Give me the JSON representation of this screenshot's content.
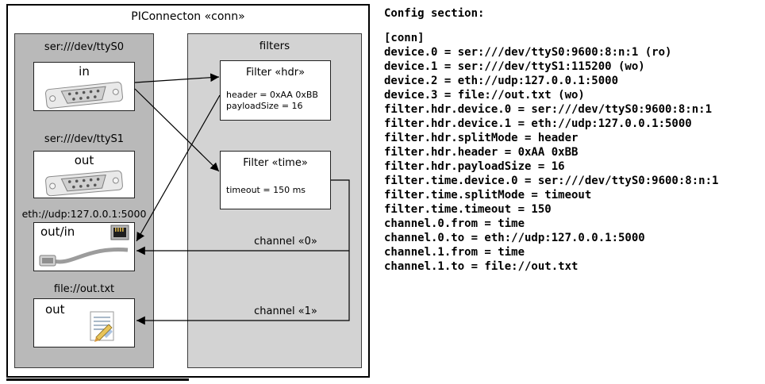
{
  "diagram": {
    "title": "PIConnecton «conn»",
    "devices_panel": {
      "devices": [
        {
          "label": "ser:///dev/ttyS0",
          "port": "in",
          "icon": "db9-serial-connector-icon"
        },
        {
          "label": "ser:///dev/ttyS1",
          "port": "out",
          "icon": "db9-serial-connector-icon"
        },
        {
          "label": "eth://udp:127.0.0.1:5000",
          "port": "out/in",
          "icon": "rj45-ethernet-connector-icon"
        },
        {
          "label": "file://out.txt",
          "port": "out",
          "icon": "notepad-pencil-icon"
        }
      ]
    },
    "filters_panel": {
      "label": "filters",
      "filters": [
        {
          "title": "Filter «hdr»",
          "params": [
            "header = 0xAA 0xBB",
            "payloadSize = 16"
          ]
        },
        {
          "title": "Filter «time»",
          "params": [
            "timeout = 150 ms"
          ]
        }
      ]
    },
    "channels": [
      {
        "label": "channel «0»"
      },
      {
        "label": "channel «1»"
      }
    ]
  },
  "config": {
    "heading": "Config section:",
    "lines": [
      "[conn]",
      "device.0 = ser:///dev/ttyS0:9600:8:n:1 (ro)",
      "device.1 = ser:///dev/ttyS1:115200 (wo)",
      "device.2 = eth://udp:127.0.0.1:5000",
      "device.3 = file://out.txt (wo)",
      "filter.hdr.device.0 = ser:///dev/ttyS0:9600:8:n:1",
      "filter.hdr.device.1 = eth://udp:127.0.0.1:5000",
      "filter.hdr.splitMode = header",
      "filter.hdr.header = 0xAA 0xBB",
      "filter.hdr.payloadSize = 16",
      "filter.time.device.0 = ser:///dev/ttyS0:9600:8:n:1",
      "filter.time.splitMode = timeout",
      "filter.time.timeout = 150",
      "channel.0.from = time",
      "channel.0.to = eth://udp:127.0.0.1:5000",
      "channel.1.from = time",
      "channel.1.to = file://out.txt"
    ]
  },
  "colors": {
    "devices_panel_bg": "#b9b9b9",
    "filters_panel_bg": "#d3d3d3",
    "box_bg": "#ffffff",
    "line": "#000000"
  }
}
